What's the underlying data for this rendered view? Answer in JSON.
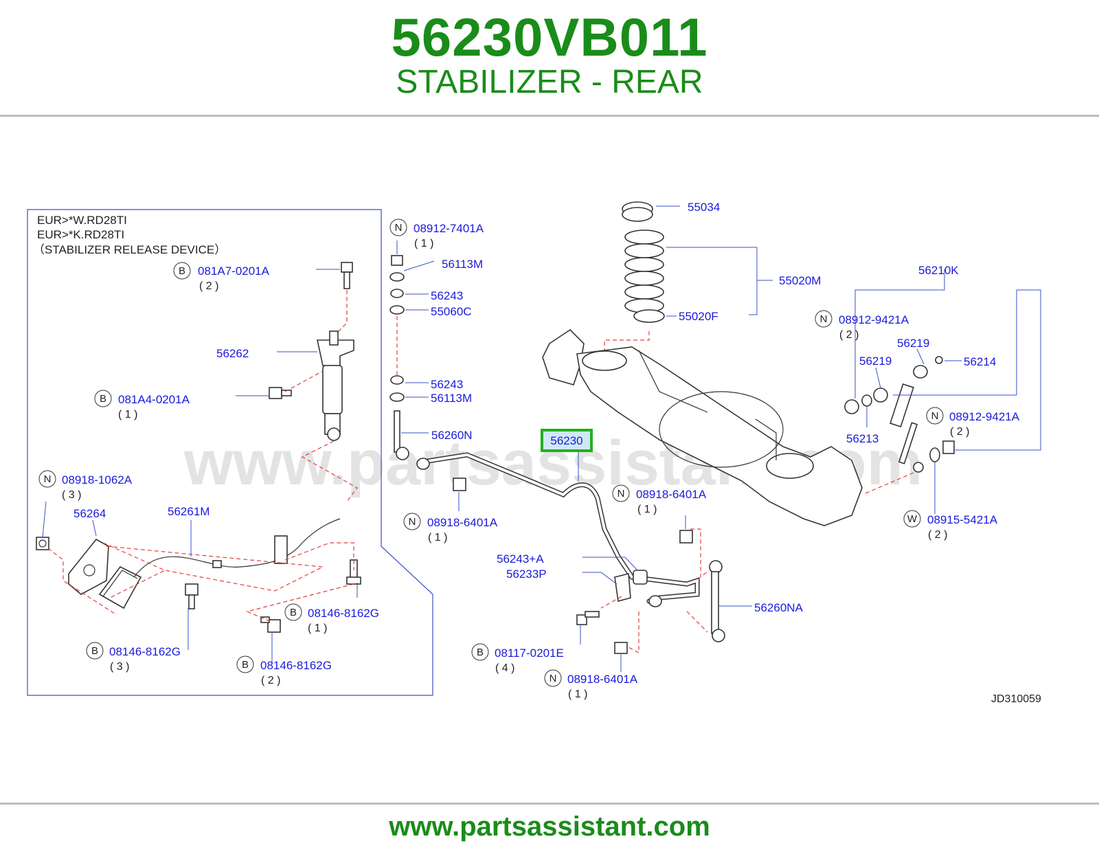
{
  "header": {
    "part_number": "56230VB011",
    "part_name": "STABILIZER - REAR"
  },
  "footer": {
    "url": "www.partsassistant.com"
  },
  "diagram": {
    "watermark": "www.partsassistant.com",
    "drawing_id": "JD310059",
    "inset_notes": [
      "EUR>*W.RD28TI",
      "EUR>*K.RD28TI",
      "（STABILIZER  RELEASE  DEVICE）"
    ],
    "highlighted_part": "56230",
    "callouts": [
      {
        "key": "c1",
        "prefix": "B",
        "label": "081A7-0201A",
        "qty": "( 2 )"
      },
      {
        "key": "c2",
        "prefix": "",
        "label": "56262",
        "qty": ""
      },
      {
        "key": "c3",
        "prefix": "B",
        "label": "081A4-0201A",
        "qty": "( 1 )"
      },
      {
        "key": "c4",
        "prefix": "N",
        "label": "08918-1062A",
        "qty": "( 3 )"
      },
      {
        "key": "c5",
        "prefix": "",
        "label": "56264",
        "qty": ""
      },
      {
        "key": "c6",
        "prefix": "",
        "label": "56261M",
        "qty": ""
      },
      {
        "key": "c7",
        "prefix": "B",
        "label": "08146-8162G",
        "qty": "( 1 )"
      },
      {
        "key": "c8",
        "prefix": "B",
        "label": "08146-8162G",
        "qty": "( 3 )"
      },
      {
        "key": "c9",
        "prefix": "B",
        "label": "08146-8162G",
        "qty": "( 2 )"
      },
      {
        "key": "c10",
        "prefix": "N",
        "label": "08912-7401A",
        "qty": "( 1 )"
      },
      {
        "key": "c11",
        "prefix": "",
        "label": "56113M",
        "qty": ""
      },
      {
        "key": "c12",
        "prefix": "",
        "label": "56243",
        "qty": ""
      },
      {
        "key": "c13",
        "prefix": "",
        "label": "55060C",
        "qty": ""
      },
      {
        "key": "c14",
        "prefix": "",
        "label": "56243",
        "qty": ""
      },
      {
        "key": "c15",
        "prefix": "",
        "label": "56113M",
        "qty": ""
      },
      {
        "key": "c16",
        "prefix": "",
        "label": "56260N",
        "qty": ""
      },
      {
        "key": "c17",
        "prefix": "N",
        "label": "08918-6401A",
        "qty": "( 1 )"
      },
      {
        "key": "c18",
        "prefix": "",
        "label": "56230",
        "qty": ""
      },
      {
        "key": "c19",
        "prefix": "N",
        "label": "08918-6401A",
        "qty": "( 1 )"
      },
      {
        "key": "c20",
        "prefix": "",
        "label": "56243+A",
        "qty": ""
      },
      {
        "key": "c21",
        "prefix": "",
        "label": "56233P",
        "qty": ""
      },
      {
        "key": "c22",
        "prefix": "",
        "label": "56260NA",
        "qty": ""
      },
      {
        "key": "c23",
        "prefix": "B",
        "label": "08117-0201E",
        "qty": "( 4 )"
      },
      {
        "key": "c24",
        "prefix": "N",
        "label": "08918-6401A",
        "qty": "( 1 )"
      },
      {
        "key": "c25",
        "prefix": "",
        "label": "55034",
        "qty": ""
      },
      {
        "key": "c26",
        "prefix": "",
        "label": "55020M",
        "qty": ""
      },
      {
        "key": "c27",
        "prefix": "",
        "label": "55020F",
        "qty": ""
      },
      {
        "key": "c28",
        "prefix": "",
        "label": "56210K",
        "qty": ""
      },
      {
        "key": "c29",
        "prefix": "N",
        "label": "08912-9421A",
        "qty": "( 2 )"
      },
      {
        "key": "c30",
        "prefix": "",
        "label": "56219",
        "qty": ""
      },
      {
        "key": "c31",
        "prefix": "",
        "label": "56219",
        "qty": ""
      },
      {
        "key": "c32",
        "prefix": "",
        "label": "56214",
        "qty": ""
      },
      {
        "key": "c33",
        "prefix": "",
        "label": "56213",
        "qty": ""
      },
      {
        "key": "c34",
        "prefix": "N",
        "label": "08912-9421A",
        "qty": "( 2 )"
      },
      {
        "key": "c35",
        "prefix": "W",
        "label": "08915-5421A",
        "qty": "( 2 )"
      }
    ]
  },
  "colors": {
    "brand_green": "#1a8c1a",
    "label_blue": "#1a1adb",
    "highlight": "#22b022",
    "leader_line": "#3a4fc8",
    "dashed_guide": "#e04040"
  }
}
